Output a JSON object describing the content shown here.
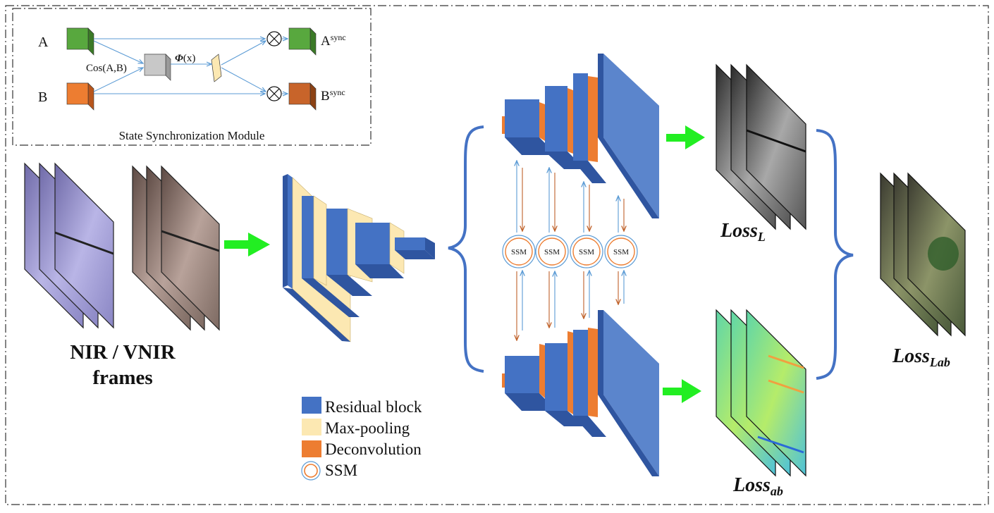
{
  "ssm_module": {
    "title": "State Synchronization Module",
    "input_a": "A",
    "input_b": "B",
    "cos_label": "Cos(A,B)",
    "phi_symbol": "Φ",
    "phi_arg": "(x)",
    "output_a_base": "A",
    "output_b_base": "B",
    "sync_sup": "sync",
    "multiply_symbol": "⊗"
  },
  "input": {
    "line1": "NIR / VNIR",
    "line2": "frames"
  },
  "legend": {
    "items": [
      {
        "label": "Residual block",
        "color": "#4472c4"
      },
      {
        "label": "Max-pooling",
        "color": "#fce8b2"
      },
      {
        "label": "Deconvolution",
        "color": "#ed7d31"
      },
      {
        "label": "SSM",
        "color": "#ed7d31"
      }
    ]
  },
  "ssm_nodes": [
    "SSM",
    "SSM",
    "SSM",
    "SSM"
  ],
  "losses": {
    "l_base": "Loss",
    "l_sub": "L",
    "ab_base": "Loss",
    "ab_sub": "ab",
    "lab_base": "Loss",
    "lab_sub": "Lab"
  },
  "colors": {
    "residual": "#4472c4",
    "residual_dark": "#2f55a0",
    "maxpool": "#fce8b2",
    "deconv": "#ed7d31",
    "arrow_green": "#22ee22",
    "brace": "#4472c4",
    "ssm_blue": "#5b9bd5",
    "ssm_orange": "#ed7d31"
  }
}
